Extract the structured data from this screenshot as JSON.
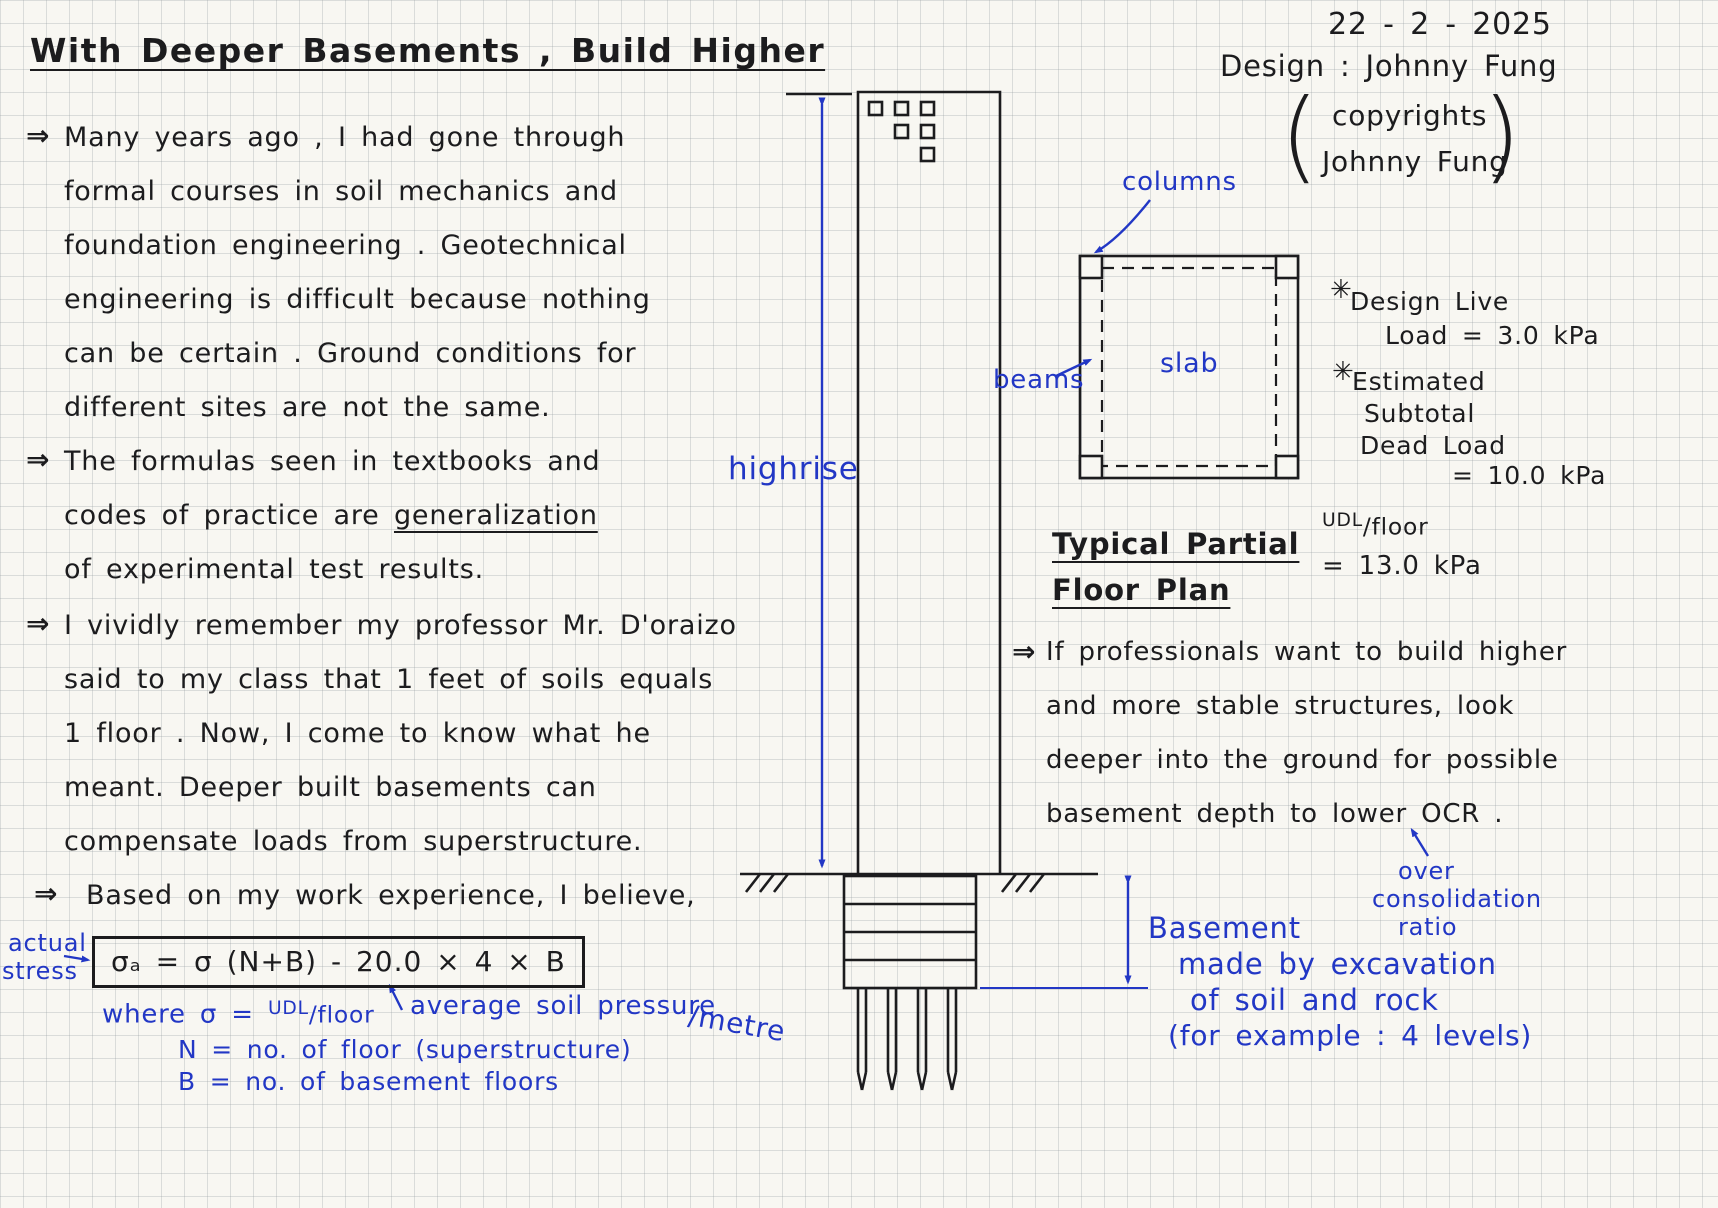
{
  "page": {
    "date": "22 - 2 - 2025",
    "design_credit": "Design : Johnny Fung",
    "copyright_1": "copyrights",
    "copyright_2": "Johnny Fung",
    "paren_open": "(",
    "paren_close": ")",
    "title": "With Deeper Basements , Build Higher",
    "bullet_glyph": "⇒",
    "asterisk": "✳"
  },
  "notes": {
    "b1": [
      "Many years ago , I had gone through",
      "formal courses in soil mechanics and",
      "foundation engineering . Geotechnical",
      "engineering is difficult because nothing",
      "can be certain . Ground conditions for",
      "different sites are not the same."
    ],
    "b2_l1": "The formulas seen in textbooks and",
    "b2_l2_pre": "codes of practice are ",
    "b2_l2_underlined": "generalization",
    "b2_l3": "of experimental test results.",
    "b3": [
      "I vividly remember my professor Mr. D'oraizo",
      "said to my class that  1 feet of soils equals",
      "1 floor . Now, I come to know what he",
      "meant. Deeper built basements can",
      "compensate loads from superstructure."
    ],
    "b4": "Based on my work experience, I believe,"
  },
  "formula": {
    "text": "σₐ = σ (N+B) - 20.0 × 4 × B",
    "actual_1": "actual",
    "actual_2": "stress",
    "where_prefix": "where  σ =",
    "udl_num": "UDL",
    "udl_den": "/floor",
    "avg_pressure": "average soil pressure",
    "metre": "/metre",
    "n_def": "N = no. of floor (superstructure)",
    "b_def": "B = no. of basement floors"
  },
  "drawing": {
    "highrise_label": "highrise"
  },
  "plan": {
    "columns_label": "columns",
    "beams_label": "beams",
    "slab_label": "slab",
    "caption_1": "Typical Partial",
    "caption_2": "Floor Plan",
    "live_load_1": "Design Live",
    "live_load_2": "Load = 3.0 kPa",
    "dead_load_1": "Estimated",
    "dead_load_2": "Subtotal",
    "dead_load_3": "Dead Load",
    "dead_load_4": "= 10.0 kPa",
    "udl_num": "UDL",
    "udl_den": "/floor",
    "udl_value": "= 13.0 kPa"
  },
  "right_note": {
    "lines": [
      "If professionals want to build higher",
      "and more stable structures, look",
      "deeper into the ground for possible",
      "basement depth to lower OCR ."
    ],
    "ocr_1": "over",
    "ocr_2": "consolidation",
    "ocr_3": "ratio",
    "basement_1": "Basement",
    "basement_2": "made by excavation",
    "basement_3": "of soil and rock",
    "basement_4": "(for example : 4 levels)"
  }
}
